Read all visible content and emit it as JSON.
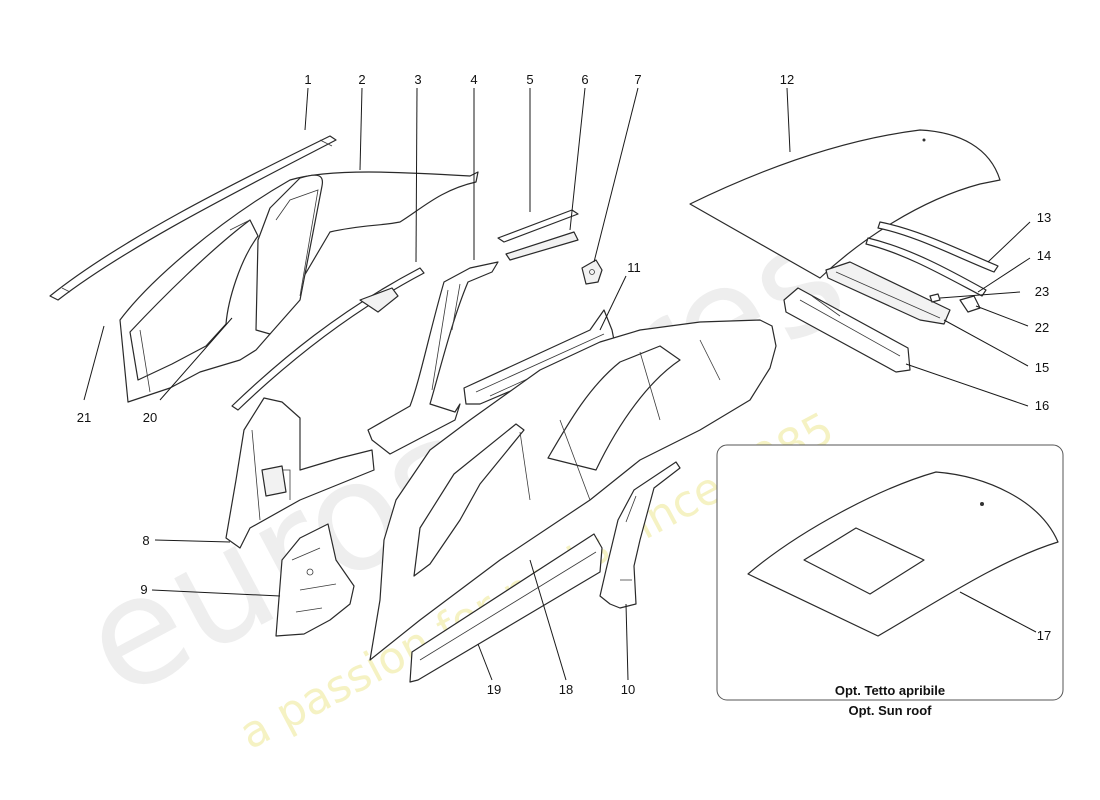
{
  "diagram": {
    "callouts": [
      {
        "id": "c1",
        "label": "1"
      },
      {
        "id": "c2",
        "label": "2"
      },
      {
        "id": "c3",
        "label": "3"
      },
      {
        "id": "c4",
        "label": "4"
      },
      {
        "id": "c5",
        "label": "5"
      },
      {
        "id": "c6",
        "label": "6"
      },
      {
        "id": "c7",
        "label": "7"
      },
      {
        "id": "c8",
        "label": "8"
      },
      {
        "id": "c9",
        "label": "9"
      },
      {
        "id": "c10",
        "label": "10"
      },
      {
        "id": "c11",
        "label": "11"
      },
      {
        "id": "c12",
        "label": "12"
      },
      {
        "id": "c13",
        "label": "13"
      },
      {
        "id": "c14",
        "label": "14"
      },
      {
        "id": "c15",
        "label": "15"
      },
      {
        "id": "c16",
        "label": "16"
      },
      {
        "id": "c17",
        "label": "17"
      },
      {
        "id": "c18",
        "label": "18"
      },
      {
        "id": "c19",
        "label": "19"
      },
      {
        "id": "c20",
        "label": "20"
      },
      {
        "id": "c21",
        "label": "21"
      },
      {
        "id": "c22",
        "label": "22"
      },
      {
        "id": "c23",
        "label": "23"
      }
    ],
    "inset": {
      "line1": "Opt. Tetto apribile",
      "line2": "Opt. Sun roof"
    },
    "watermark": {
      "brand": "eurospares",
      "tagline": "a passion for parts since 1985"
    }
  }
}
